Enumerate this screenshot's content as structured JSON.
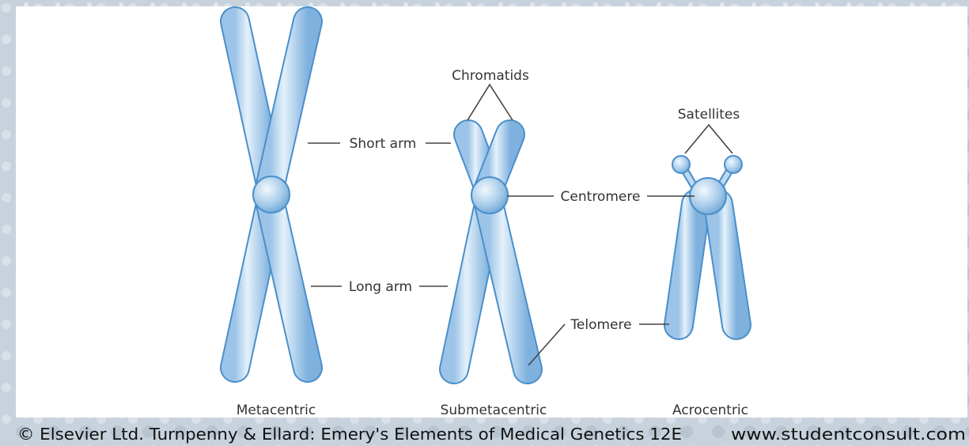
{
  "labels": {
    "chromatids": "Chromatids",
    "satellites": "Satellites",
    "short_arm": "Short arm",
    "centromere": "Centromere",
    "long_arm": "Long arm",
    "telomere": "Telomere"
  },
  "types": {
    "metacentric": "Metacentric",
    "submetacentric": "Submetacentric",
    "acrocentric": "Acrocentric"
  },
  "footer": {
    "copyright": "© Elsevier Ltd. Turnpenny & Ellard: Emery's Elements of Medical Genetics 12E",
    "website": "www.studentconsult.com"
  },
  "colors": {
    "chromosome_fill": "#bcd9f2",
    "chromosome_stroke": "#4a8fc9",
    "panel": "#ffffff"
  }
}
